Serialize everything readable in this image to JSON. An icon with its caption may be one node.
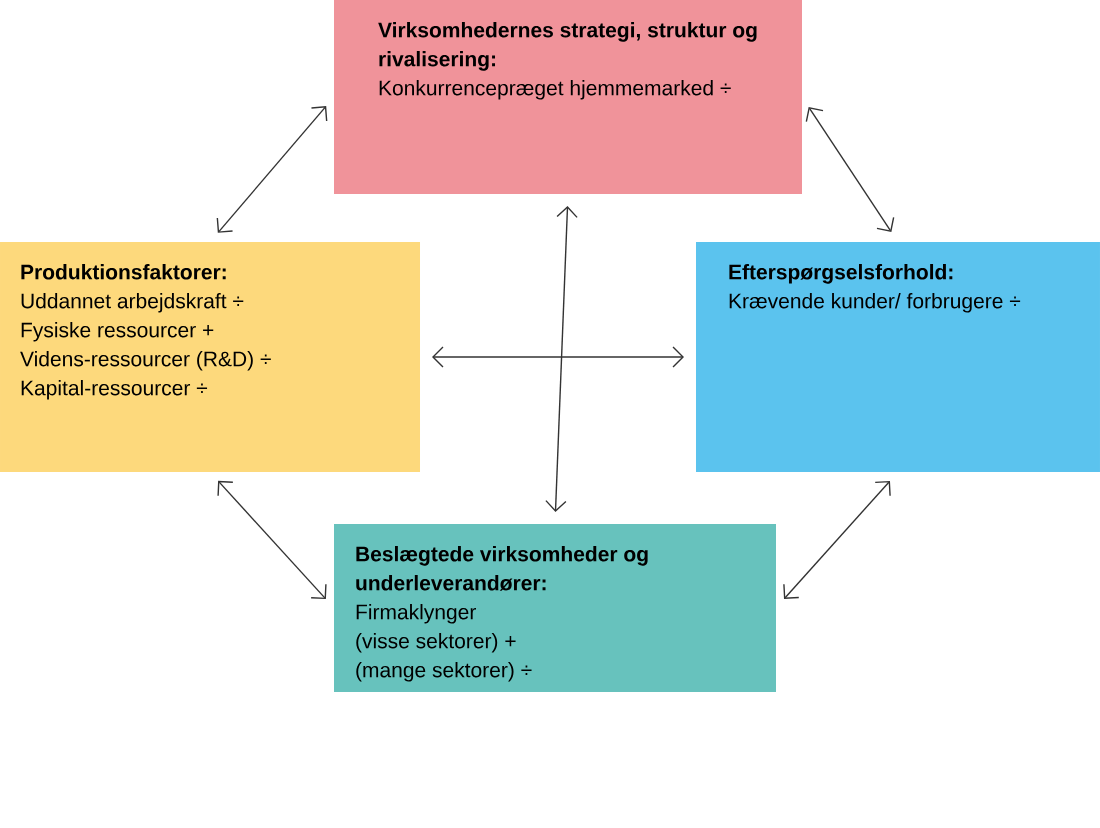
{
  "diagram": {
    "nodes": [
      {
        "text": [
          "Virksomhedernes strategi, struktur og rivalisering:",
          "Konkurrencepræget hjemmemarked ÷"
        ]
      },
      {
        "text": [
          "Produktionsfaktorer:",
          "Uddannet arbejdskraft ÷",
          "Fysiske ressourcer +",
          "Videns-ressourcer (R&D) ÷",
          "Kapital-ressourcer ÷"
        ]
      },
      {
        "text": [
          "Efterspørgselsforhold:",
          "Krævende kunder/ forbrugere ÷"
        ]
      },
      {
        "text": [
          "Beslægtede virksomheder og underleverandører:",
          "Firmaklynger",
          "(visse sektorer) +",
          "(mange sektorer) ÷"
        ]
      }
    ],
    "edges": [
      {
        "from": 0,
        "to": 1,
        "arrow": "both"
      },
      {
        "from": 0,
        "to": 2,
        "arrow": "both"
      },
      {
        "from": 1,
        "to": 3,
        "arrow": "both"
      },
      {
        "from": 2,
        "to": 3,
        "arrow": "both"
      },
      {
        "from": 0,
        "to": 3,
        "arrow": "both"
      },
      {
        "from": 1,
        "to": 2,
        "arrow": "both"
      }
    ]
  }
}
